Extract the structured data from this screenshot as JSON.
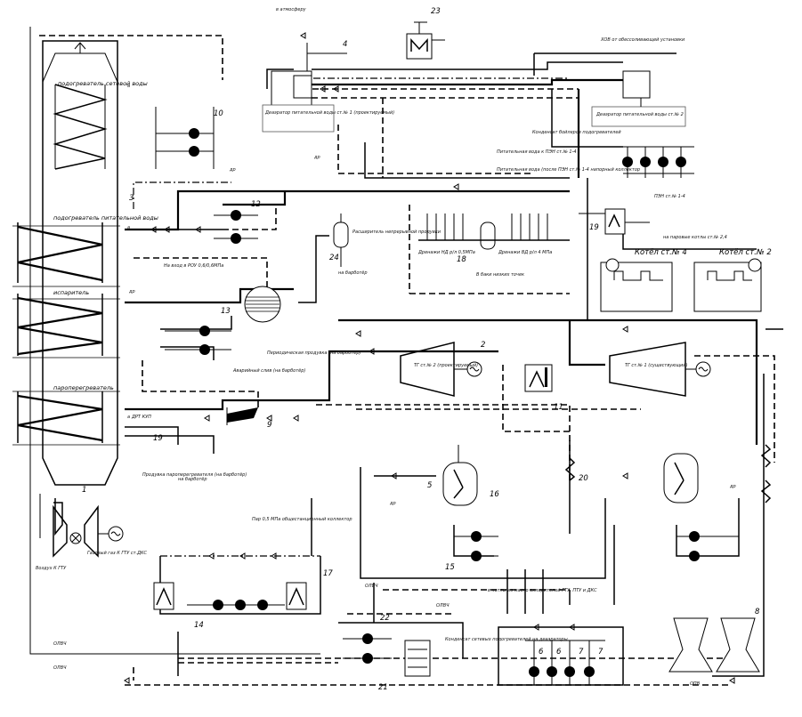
{
  "labels": {
    "water_heater": "подогреватель сетевой воды",
    "feedwater_heater": "подогреватель питательной воды",
    "evaporator": "испаритель",
    "superheater": "пароперегреватель",
    "to_atmosphere": "в атмосферу",
    "chemically_treated_water": "ХОВ от обессоливающей установки",
    "deaerator1": "Деаэратор питательной воды ст.№ 1 (проектируемый)",
    "deaerator2": "Деаэратор питательной воды ст.№ 2",
    "condensate_heaters": "Конденсат бойлеров подогревателей",
    "feedwater_pump_suction": "Питательная вода к ПЭН ст.№ 1-4",
    "feedwater_after_pumps": "Питательная вода (после ПЭН ст.№ 1-4 напорный коллектор",
    "pump_group": "ПЭН ст.№ 1-4",
    "to_roy": "На вход в РОУ 0,6/0,6МПа",
    "expander": "Расширитель непрерывной продувки",
    "to_bubbler1": "на барботёр",
    "drain_low": "Дренажи НД р/л 0,5МПа",
    "drain_high": "Дренажи ВД р/л 4 МПа",
    "to_drain_tank": "В баки низких точек",
    "emergency_drain": "Аварийный слив (на барботёр)",
    "periodic_blowdown": "Периодическая продувка (на барботёр)",
    "to_boilers": "на паровые котлы ст.№ 2,4",
    "boiler4": "Котёл ст.№ 4",
    "boiler2": "Котёл ст.№ 2",
    "tg2": "ТГ ст.№ 2 (проектируемый)",
    "tg1": "ТГ ст.№ 1 (существующий)",
    "superheater_purge": "Продувка пароперегревателя (на барботёр)",
    "to_bubbler2": "на барботёр",
    "exhaust_gas": "Газовый газ К ГТУ ст.ДКС",
    "air_intake": "Воздух К ГТУ",
    "steam_collector": "Пар 0,5 МПа общестанционный коллектор",
    "water_from_gtu": "в котлы из масло охладителей ГТУ, ПТУ и ДКС",
    "condensate_network": "Конденсат сетевых подогревателей на деаэраторы",
    "cw_1": "ОЛВЧ",
    "cw_2": "ОЛВЧ",
    "cw_3": "ОЛВЧ",
    "cw_4": "ОЛВЧ",
    "dr": "др",
    "a": "а",
    "drum_level": "ДРТ КУП",
    "seal": "ОПВ"
  },
  "numbers": {
    "n1": "1",
    "n2": "2",
    "n3": "3",
    "n4": "4",
    "n5": "5",
    "n6": "6",
    "n7": "7",
    "n8": "8",
    "n9": "9",
    "n10": "10",
    "n11": "11",
    "n12": "12",
    "n13": "13",
    "n14": "14",
    "n15": "15",
    "n16": "16",
    "n17": "17",
    "n18": "18",
    "n19": "19",
    "n20": "20",
    "n21": "21",
    "n22": "22",
    "n23": "23",
    "n24": "24",
    "n19b": "19",
    "n6b": "6",
    "n7b": "7"
  }
}
